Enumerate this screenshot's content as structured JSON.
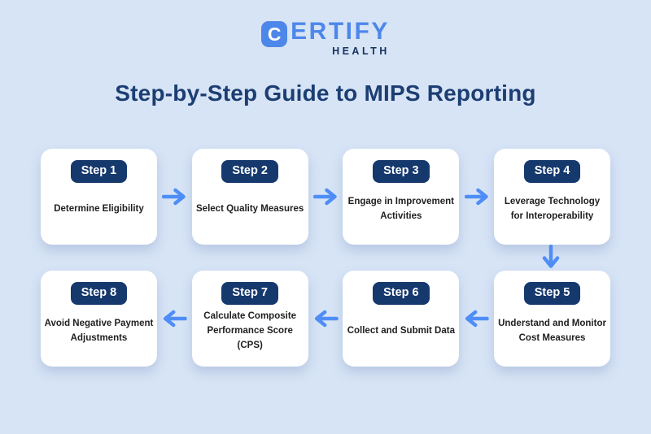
{
  "logo": {
    "icon_letter": "C",
    "brand_rest": "ERTIFY",
    "subtitle": "HEALTH"
  },
  "title": "Step-by-Step Guide to MIPS Reporting",
  "steps": [
    {
      "badge": "Step 1",
      "label": "Determine Eligibility"
    },
    {
      "badge": "Step 2",
      "label": "Select Quality Measures"
    },
    {
      "badge": "Step 3",
      "label": "Engage in Improvement Activities"
    },
    {
      "badge": "Step 4",
      "label": "Leverage Technology for Interoperability"
    },
    {
      "badge": "Step 5",
      "label": "Understand and Monitor Cost Measures"
    },
    {
      "badge": "Step 6",
      "label": "Collect and Submit Data"
    },
    {
      "badge": "Step 7",
      "label": "Calculate Composite Performance Score (CPS)"
    },
    {
      "badge": "Step 8",
      "label": "Avoid Negative Payment Adjustments"
    }
  ],
  "colors": {
    "bg": "#d7e4f6",
    "card": "#ffffff",
    "badge": "#16396d",
    "title": "#1c3e72",
    "text": "#1f1f1f",
    "arrow": "#4f8df7",
    "logo_blue": "#4e87ea",
    "logo_navy": "#16325f"
  }
}
